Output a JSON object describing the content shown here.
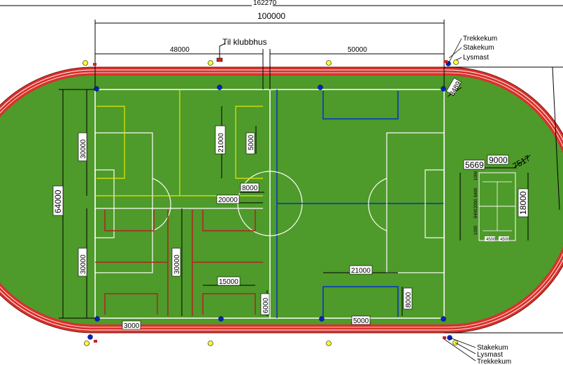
{
  "dimensions": {
    "total_width": "162270",
    "field_length": "100000",
    "left_section": "48000",
    "right_section": "50000",
    "field_width": "64000",
    "half_top": "30000",
    "half_bottom": "30000",
    "mid_30000": "30000",
    "mini_21000": "21000",
    "mini_5000": "5000",
    "gap_8000": "8000",
    "mini_20000": "20000",
    "mini_15000": "15000",
    "gap_3000": "3000",
    "gap_6000": "6000",
    "corner_3489": "3489",
    "box_21000": "21000",
    "box_5000": "5000",
    "box_8000": "8000",
    "tennis_5669": "5669",
    "tennis_9000": "9000",
    "tennis_7517": "7517",
    "tennis_18000": "18000",
    "tennis_small_a": "6400",
    "tennis_small_b": "6400",
    "tennis_small_c": "4500",
    "tennis_small_d": "4500",
    "tennis_small_e": "1000",
    "tennis_small_f": "1000",
    "tennis_small_g": "2000"
  },
  "labels": {
    "clubhouse": "Til klubbhus",
    "top_right_1": "Trekkekum",
    "top_right_2": "Stakekum",
    "top_right_3": "Lysmast",
    "bottom_right_1": "Stakekum",
    "bottom_right_2": "Lysmast",
    "bottom_right_3": "Trekkekum"
  },
  "colors": {
    "track": "#d9312b",
    "grass": "#4e9a2a",
    "lines": "#ffffff",
    "yellow_markings": "#e6e600",
    "red_markings": "#b22222",
    "blue_markings": "#0033cc",
    "post_blue": "#0022cc",
    "post_yellow": "#ffff33"
  }
}
